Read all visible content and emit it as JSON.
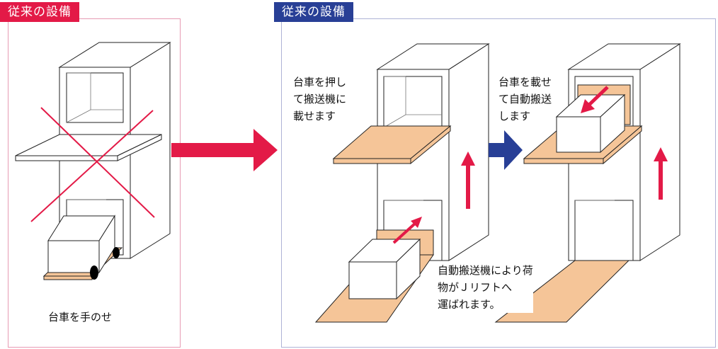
{
  "left_panel": {
    "header": "従来の設備",
    "caption": "台車を手のせ"
  },
  "right_panel": {
    "header": "従来の設備",
    "step1_note": "台車を押し\nて搬送機に\n載せます",
    "step2_note": "台車を載せ\nて自動搬送\nします",
    "step3_note": "自動搬送機により荷\n物がＪリフトへ\n運ばれます。"
  },
  "colors": {
    "red_accent": "#e31a47",
    "blue_accent": "#283f96",
    "cart_platform": "#f5c598",
    "line": "#222222"
  }
}
